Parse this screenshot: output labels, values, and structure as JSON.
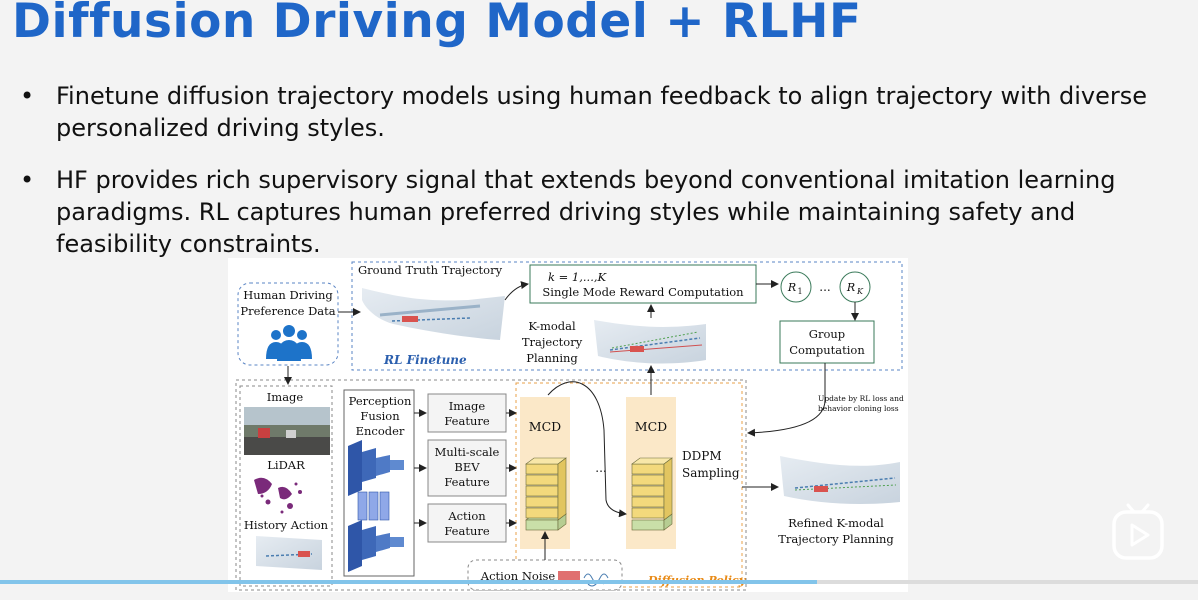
{
  "slide": {
    "title": "Diffusion Driving Model + RLHF",
    "bullets": [
      "Finetune diffusion trajectory models using human feedback to align trajectory with diverse personalized driving styles.",
      "HF provides rich supervisory signal that extends beyond conventional imitation learning paradigms. RL captures human preferred driving styles while maintaining safety and feasibility constraints."
    ]
  },
  "diagram": {
    "human_pref": [
      "Human Driving",
      "Preference Data"
    ],
    "ground_truth": "Ground Truth Trajectory",
    "rl_finetune": "RL Finetune",
    "reward_k": "k = 1,...,K",
    "reward": "Single Mode Reward Computation",
    "r1": "R",
    "r1_sub": "1",
    "ellipsis": "...",
    "rk": "R",
    "rk_sub": "K",
    "group": [
      "Group",
      "Computation"
    ],
    "kmodal": [
      "K-modal",
      "Trajectory",
      "Planning"
    ],
    "update_note": [
      "Update by RL loss and",
      "behavior cloning loss"
    ],
    "image_label": "Image",
    "lidar_label": "LiDAR",
    "history_label": "History Action",
    "encoder": [
      "Perception",
      "Fusion",
      "Encoder"
    ],
    "image_feature": [
      "Image",
      "Feature"
    ],
    "bev_feature": [
      "Multi-scale",
      "BEV",
      "Feature"
    ],
    "action_feature": [
      "Action",
      "Feature"
    ],
    "mcd1": "MCD",
    "mcd2": "MCD",
    "mid_ellipsis": "...",
    "ddpm": [
      "DDPM",
      "Sampling"
    ],
    "refined": [
      "Refined K-modal",
      "Trajectory Planning"
    ],
    "action_noise": "Action Noise",
    "diffusion_policy": "Diffusion Policy"
  },
  "colors": {
    "title": "#1f66c8",
    "mcd_column": "#fbe8c8",
    "stack_block": "#f3d97c",
    "stack_base": "#c9dfa8",
    "encoder_blue": "#2f56a8",
    "people_blue": "#1d73c9",
    "rl_finetune_text": "#2b5fae",
    "diffusion_policy_text": "#e88a16",
    "progress": "#82c4ea"
  }
}
